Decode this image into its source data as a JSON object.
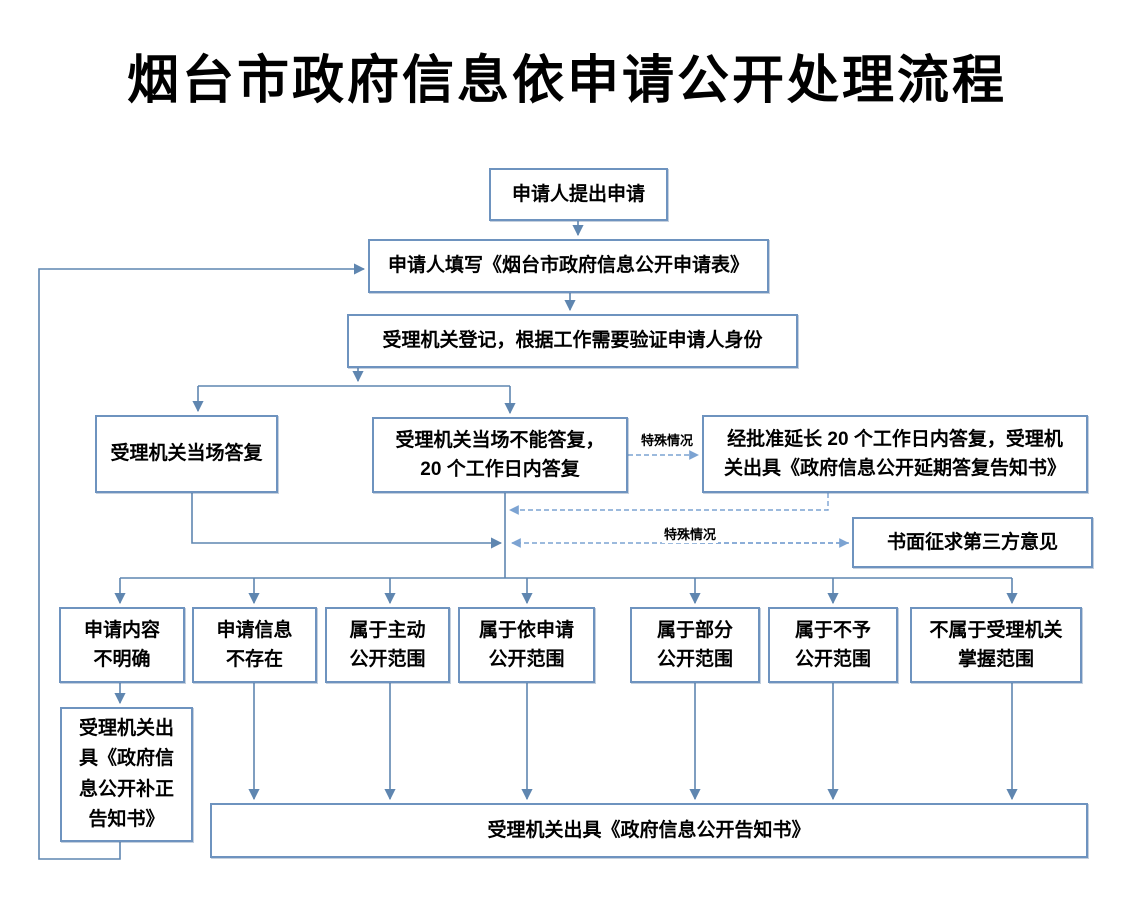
{
  "title": "烟台市政府信息依申请公开处理流程",
  "connector_labels": {
    "special_case_1": "特殊情况",
    "special_case_2": "特殊情况"
  },
  "nodes": {
    "apply": "申请人提出申请",
    "fill_form": "申请人填写《烟台市政府信息公开申请表》",
    "register": "受理机关登记，根据工作需要验证申请人身份",
    "onsite_reply": "受理机关当场答复",
    "delayed_reply": "受理机关当场不能答复，\n20 个工作日内答复",
    "extended_reply": "经批准延长 20 个工作日内答复，受理机\n关出具《政府信息公开延期答复告知书》",
    "third_party": "书面征求第三方意见",
    "cat_unclear": "申请内容\n不明确",
    "cat_not_exist": "申请信息\n不存在",
    "cat_proactive": "属于主动\n公开范围",
    "cat_on_request": "属于依申请\n公开范围",
    "cat_partial": "属于部分\n公开范围",
    "cat_no_disclosure": "属于不予\n公开范围",
    "cat_not_held": "不属于受理机关\n掌握范围",
    "supplement_notice": "受理机关出\n具《政府信\n息公开补正\n告知书》",
    "final_notice": "受理机关出具《政府信息公开告知书》"
  },
  "colors": {
    "box_border": "#6e93bf",
    "connector": "#5f86b0",
    "connector_dashed": "#7ca3d2",
    "text": "#000000",
    "background": "#ffffff"
  }
}
